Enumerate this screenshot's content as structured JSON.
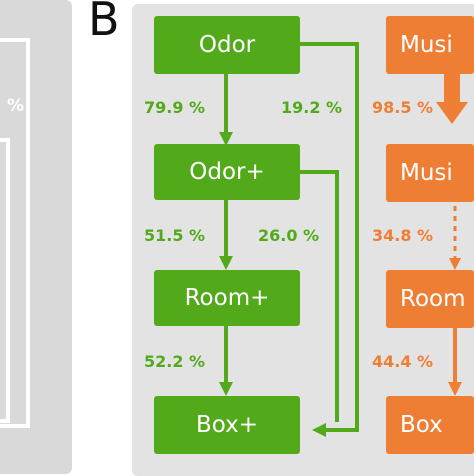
{
  "left_panel": {
    "pct_fragment": "%"
  },
  "panel_label": "B",
  "green_column": {
    "nodes": [
      "Odor",
      "Odor+",
      "Room+",
      "Box+"
    ],
    "pcts": {
      "odor_to_odorplus": "79.9 %",
      "odor_to_box": "19.2 %",
      "odorplus_to_room": "51.5 %",
      "odorplus_to_box": "26.0 %",
      "room_to_box": "52.2 %"
    }
  },
  "orange_column": {
    "nodes": [
      "Musi",
      "Musi",
      "Room",
      "Box"
    ],
    "pcts": {
      "first": "98.5 %",
      "second": "34.8 %",
      "third": "44.4 %"
    }
  },
  "colors": {
    "green": "#52aa1a",
    "orange": "#ee7e33",
    "panel": "#e3e3e3"
  }
}
